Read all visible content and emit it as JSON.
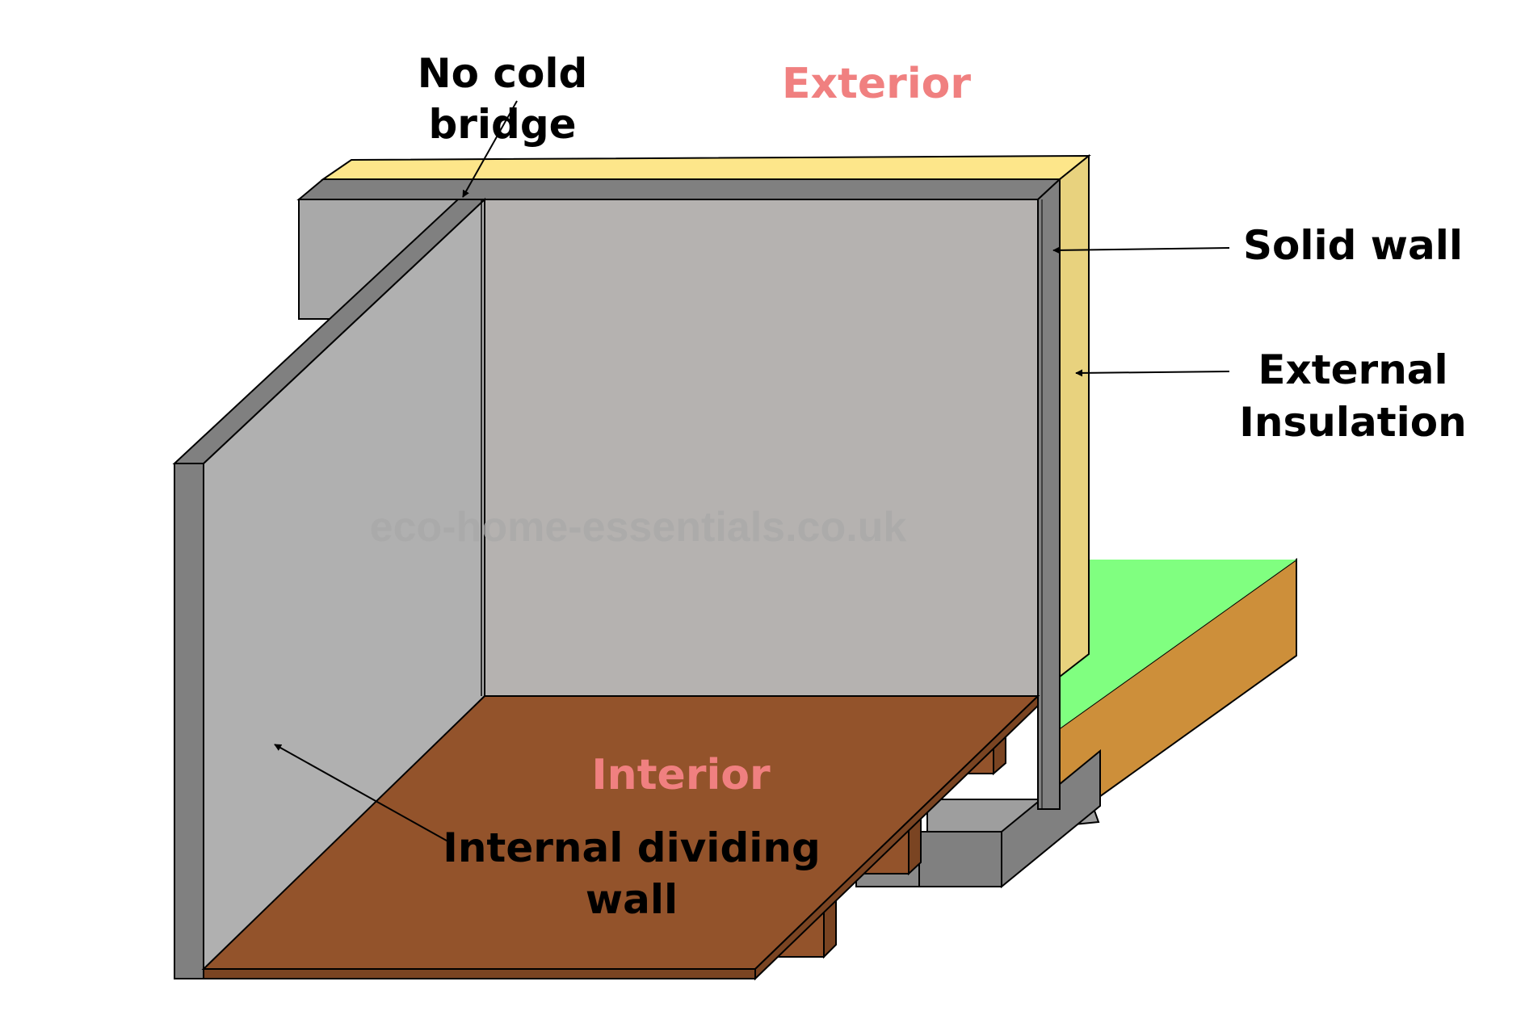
{
  "diagram": {
    "labels": {
      "exterior": "Exterior",
      "interior": "Interior",
      "no_cold_bridge_line1": "No cold",
      "no_cold_bridge_line2": "bridge",
      "solid_wall": "Solid wall",
      "external_insulation_line1": "External",
      "external_insulation_line2": "Insulation",
      "internal_dividing_wall_line1": "Internal dividing",
      "internal_dividing_wall_line2": "wall"
    },
    "watermark": "eco-home-essentials.co.uk",
    "colors": {
      "insulation_top": "#fde68a",
      "insulation_side": "#e8d27e",
      "wall_edge": "#808080",
      "back_wall_face": "#b5b2b0",
      "dividing_wall_face": "#b0b0b0",
      "floor": "#93532b",
      "grass": "#80ff80",
      "soil": "#cd8f3a",
      "foundation": "#808080",
      "foundation_top": "#9e9e9e",
      "accent_label": "#f08080"
    }
  }
}
